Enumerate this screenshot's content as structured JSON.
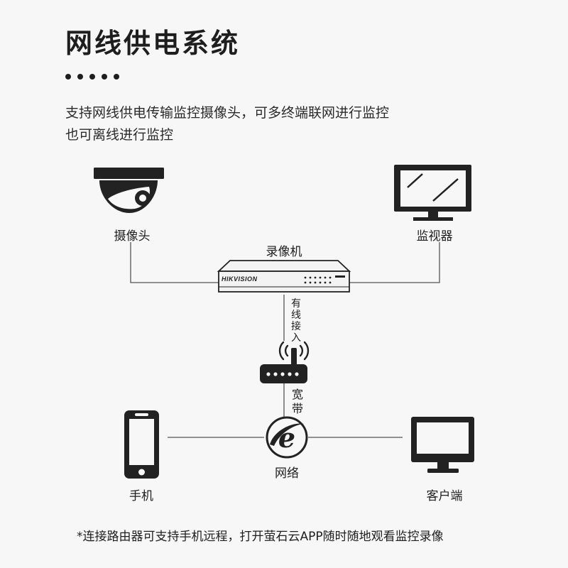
{
  "title": "网线供电系统",
  "description": {
    "line1": "支持网线供电传输监控摄像头，可多终端联网进行监控",
    "line2": "也可离线进行监控"
  },
  "nodes": {
    "camera": "摄像头",
    "monitor": "监视器",
    "nvr": "录像机",
    "nvr_brand": "HIKVISION",
    "router_link": "有线接入",
    "broadband": "宽带",
    "network": "网络",
    "phone": "手机",
    "client": "客户端"
  },
  "footnote": "*连接路由器可支持手机远程，打开萤石云APP随时随地观看监控录像",
  "colors": {
    "background": "#f7f7f7",
    "icon": "#222222",
    "line": "#555555"
  },
  "icons": [
    "dome-camera-icon",
    "monitor-icon",
    "nvr-icon",
    "router-icon",
    "network-e-icon",
    "smartphone-icon",
    "desktop-icon"
  ]
}
